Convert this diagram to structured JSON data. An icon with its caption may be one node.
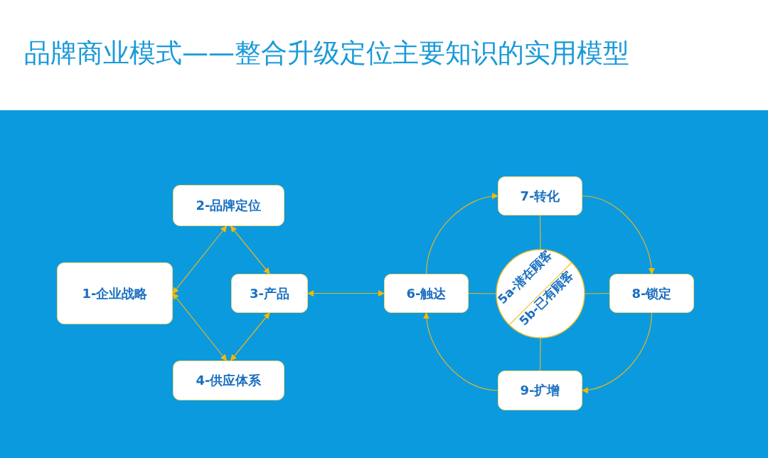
{
  "diagram": {
    "title": "品牌商业模式——整合升级定位主要知识的实用模型",
    "nodes": [
      {
        "text": [
          "1-企业战略"
        ]
      },
      {
        "text": [
          "2-品牌定位"
        ]
      },
      {
        "text": [
          "3-产品"
        ]
      },
      {
        "text": [
          "4-供应体系"
        ]
      },
      {
        "text": [
          "6-触达"
        ]
      },
      {
        "text": [
          "5a-潜在顾客",
          "5b-已有顾客"
        ]
      },
      {
        "text": [
          "7-转化"
        ]
      },
      {
        "text": [
          "8-锁定"
        ]
      },
      {
        "text": [
          "9-扩增"
        ]
      }
    ],
    "edges": [
      {
        "from": 0,
        "to": 1,
        "arrow": "both"
      },
      {
        "from": 1,
        "to": 2,
        "arrow": "both"
      },
      {
        "from": 0,
        "to": 3,
        "arrow": "both"
      },
      {
        "from": 3,
        "to": 2,
        "arrow": "both"
      },
      {
        "from": 2,
        "to": 4,
        "arrow": "both"
      },
      {
        "from": 4,
        "to": 6,
        "arrow": "to"
      },
      {
        "from": 6,
        "to": 7,
        "arrow": "to"
      },
      {
        "from": 7,
        "to": 8,
        "arrow": "to"
      },
      {
        "from": 8,
        "to": 4,
        "arrow": "to"
      },
      {
        "from": 5,
        "to": 6,
        "arrow": "none"
      },
      {
        "from": 5,
        "to": 4,
        "arrow": "none"
      },
      {
        "from": 5,
        "to": 7,
        "arrow": "none"
      },
      {
        "from": 5,
        "to": 8,
        "arrow": "none"
      }
    ]
  }
}
